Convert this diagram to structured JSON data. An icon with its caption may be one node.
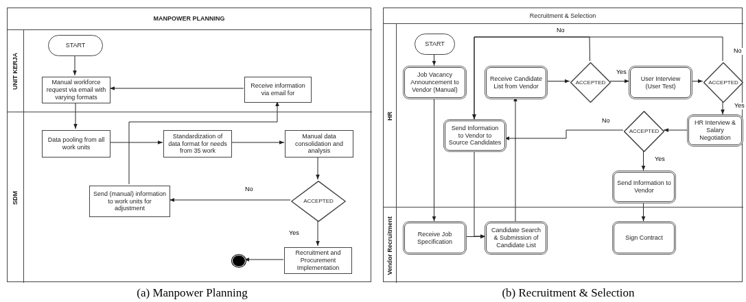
{
  "diagram": {
    "nodes": [
      {
        "text": [
          "MANPOWER PLANNING"
        ]
      },
      {
        "text": [
          "UNIT KERJA"
        ],
        "in": 0
      },
      {
        "text": [
          "START"
        ],
        "in": 1
      },
      {
        "text": [
          "Manual workforce request via email with varying formats"
        ],
        "in": 1
      },
      {
        "text": [
          "Receive information via email for"
        ],
        "in": 1
      },
      {
        "text": [
          "SDM"
        ],
        "in": 0
      },
      {
        "text": [
          "Data pooling from all work units"
        ],
        "in": 5
      },
      {
        "text": [
          "Standardization of data format for needs from 35 work"
        ],
        "in": 5
      },
      {
        "text": [
          "Manual data consolidation and analysis"
        ],
        "in": 5
      },
      {
        "text": [
          "Send (manual) information to work units for adjustment"
        ],
        "in": 5
      },
      {
        "text": [
          "ACCEPTED"
        ],
        "in": 5
      },
      {
        "text": [
          "Recruitment and Procurement Implementation"
        ],
        "in": 5
      },
      {
        "text": [],
        "shape": "circle",
        "in": 5
      },
      {
        "text": [
          "Recruitment & Selection"
        ]
      },
      {
        "text": [
          "HR"
        ],
        "in": 13
      },
      {
        "text": [
          "START"
        ],
        "in": 14
      },
      {
        "text": [
          "Job Vacancy Announcement to Vendor (Manual)"
        ],
        "in": 14
      },
      {
        "text": [
          "Receive Candidate List from Vendor"
        ],
        "in": 14
      },
      {
        "text": [
          "ACCEPTED"
        ],
        "in": 14
      },
      {
        "text": [
          "User Interview (User Test)"
        ],
        "in": 14
      },
      {
        "text": [
          "ACCEPTED"
        ],
        "in": 14
      },
      {
        "text": [
          "Send Information to Vendor to Source Candidates"
        ],
        "in": 14
      },
      {
        "text": [
          "ACCEPTED"
        ],
        "in": 14
      },
      {
        "text": [
          "HR Interview & Salary Negotiation"
        ],
        "in": 14
      },
      {
        "text": [
          "Send Information to Vendor"
        ],
        "in": 14
      },
      {
        "text": [
          "Vendor Recruitment"
        ],
        "in": 13
      },
      {
        "text": [
          "Receive Job Specification"
        ],
        "in": 25
      },
      {
        "text": [
          "Candidate Search & Submission of Candidate List"
        ],
        "in": 25
      },
      {
        "text": [
          "Sign Contract"
        ],
        "in": 25
      }
    ],
    "edges": [
      {
        "from": 2,
        "to": 3,
        "arrow": "to"
      },
      {
        "from": 4,
        "to": 3,
        "arrow": "to"
      },
      {
        "from": 3,
        "to": 6,
        "arrow": "to"
      },
      {
        "from": 6,
        "to": 7,
        "arrow": "to"
      },
      {
        "from": 7,
        "to": 8,
        "arrow": "to"
      },
      {
        "from": 8,
        "to": 10,
        "arrow": "to"
      },
      {
        "from": 10,
        "to": 9,
        "arrow": "to",
        "label": "No"
      },
      {
        "from": 10,
        "to": 11,
        "arrow": "to",
        "label": "Yes"
      },
      {
        "from": 11,
        "to": 12,
        "arrow": "to"
      },
      {
        "from": 9,
        "to": 4,
        "arrow": "to"
      },
      {
        "from": 15,
        "to": 16,
        "arrow": "to"
      },
      {
        "from": 16,
        "to": 26,
        "arrow": "to"
      },
      {
        "from": 26,
        "to": 27,
        "arrow": "to"
      },
      {
        "from": 21,
        "to": 27,
        "arrow": "to"
      },
      {
        "from": 27,
        "to": 17,
        "arrow": "to"
      },
      {
        "from": 17,
        "to": 18,
        "arrow": "to"
      },
      {
        "from": 18,
        "to": 19,
        "arrow": "to",
        "label": "Yes"
      },
      {
        "from": 18,
        "to": 21,
        "arrow": "to",
        "label": "No"
      },
      {
        "from": 19,
        "to": 20,
        "arrow": "to"
      },
      {
        "from": 20,
        "to": 21,
        "arrow": "to",
        "label": "No"
      },
      {
        "from": 20,
        "to": 23,
        "arrow": "to",
        "label": "Yes"
      },
      {
        "from": 23,
        "to": 22,
        "arrow": "to"
      },
      {
        "from": 22,
        "to": 21,
        "arrow": "to",
        "label": "No"
      },
      {
        "from": 22,
        "to": 24,
        "arrow": "to",
        "label": "Yes"
      },
      {
        "from": 24,
        "to": 28,
        "arrow": "to"
      }
    ],
    "labels": [
      "(a) Manpower Planning",
      "(b) Recruitment & Selection"
    ]
  }
}
